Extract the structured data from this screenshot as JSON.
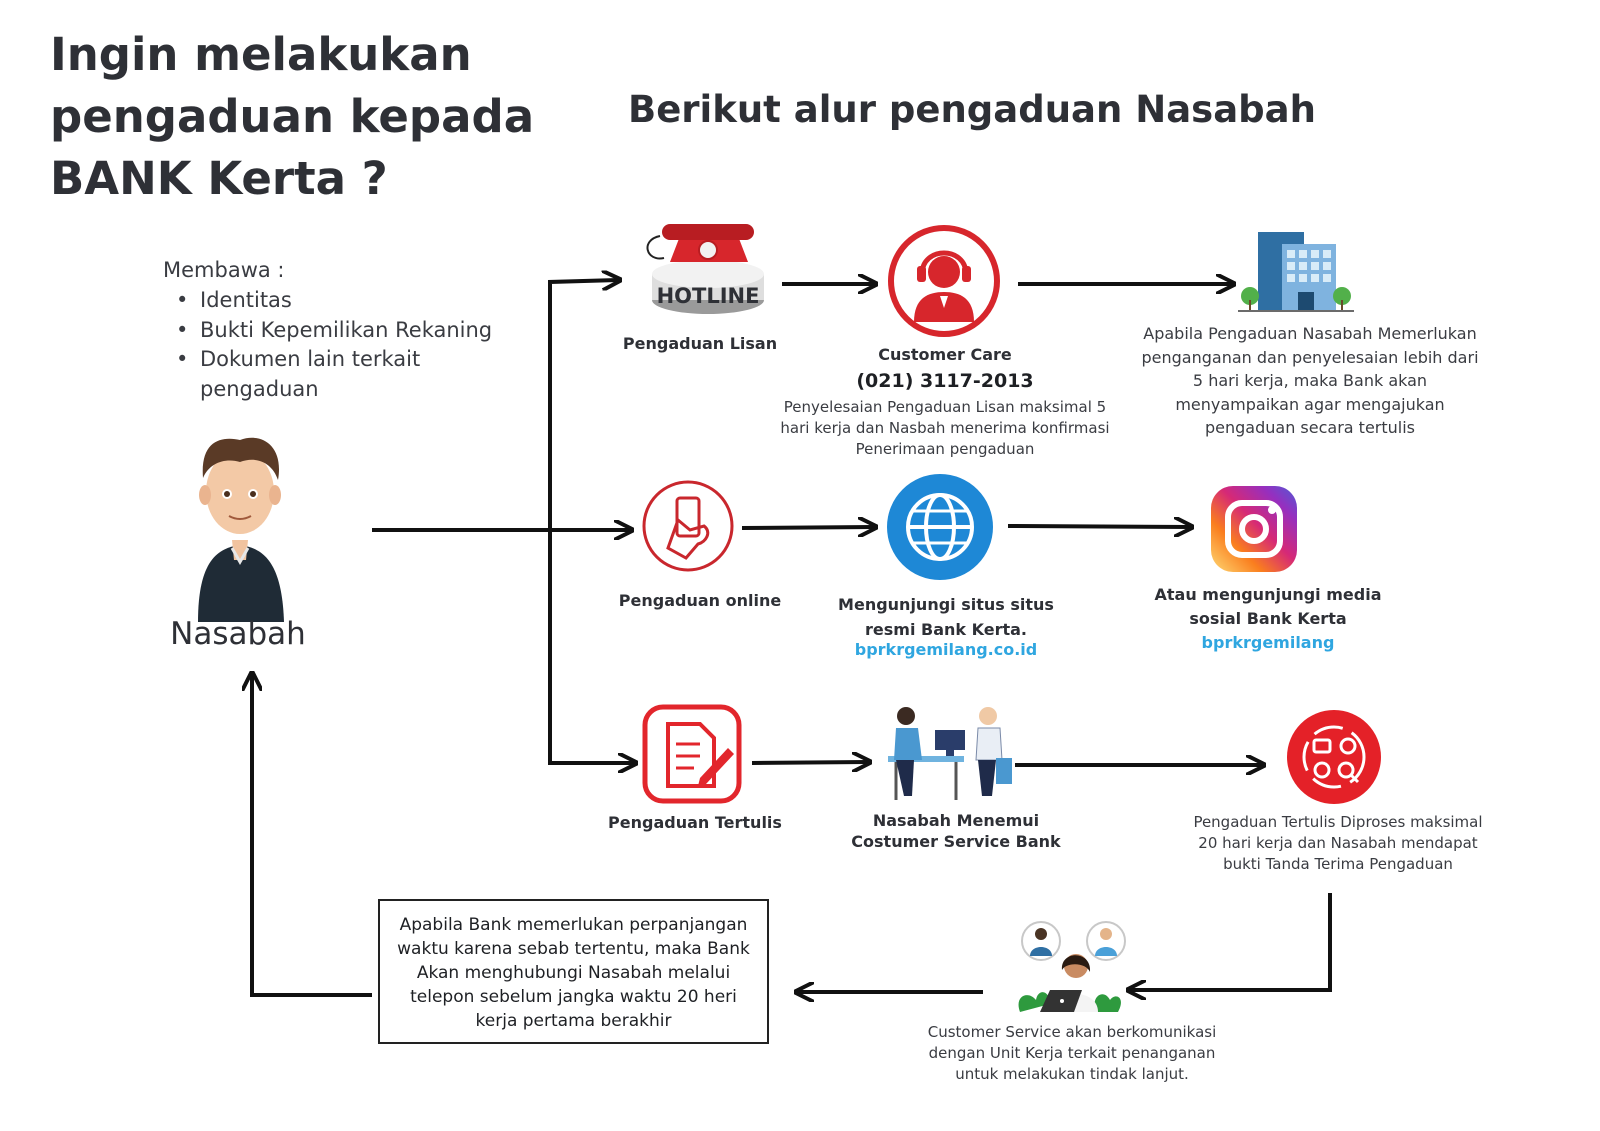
{
  "title": "Ingin melakukan pengaduan kepada BANK Kerta ?",
  "subtitle": "Berikut alur pengaduan Nasabah",
  "bring": {
    "label": "Membawa :",
    "items": [
      "Identitas",
      "Bukti Kepemilikan Rekaning",
      "Dokumen lain terkait pengaduan"
    ]
  },
  "customer": {
    "label": "Nasabah"
  },
  "verbal": {
    "badge_text": "HOTLINE",
    "label": "Pengaduan Lisan",
    "cc_label": "Customer Care",
    "cc_phone": "(021) 3117-2013",
    "cc_desc": "Penyelesaian Pengaduan Lisan maksimal 5 hari kerja dan Nasbah menerima konfirmasi Penerimaan pengaduan",
    "escalate_desc": "Apabila Pengaduan Nasabah Memerlukan penganganan dan penyelesaian lebih dari 5 hari kerja, maka Bank akan menyampaikan agar mengajukan pengaduan secara tertulis"
  },
  "online": {
    "label": "Pengaduan online",
    "web_label": "Mengunjungi situs situs resmi Bank Kerta.",
    "web_link": "bprkrgemilang.co.id",
    "social_label": "Atau mengunjungi media sosial Bank Kerta",
    "social_link": "bprkrgemilang"
  },
  "written": {
    "label": "Pengaduan Tertulis",
    "cs_label": "Nasabah Menemui Costumer Service Bank",
    "process_desc": "Pengaduan Tertulis Diproses maksimal 20 hari kerja dan Nasabah mendapat bukti Tanda Terima Pengaduan",
    "followup_desc": "Customer Service akan berkomunikasi dengan Unit Kerja terkait penanganan untuk melakukan tindak lanjut.",
    "extension_note": "Apabila Bank memerlukan perpanjangan waktu karena sebab tertentu, maka Bank Akan menghubungi Nasabah melalui telepon sebelum jangka waktu 20 heri kerja pertama berakhir"
  },
  "colors": {
    "accent_red": "#d7262c",
    "globe_blue": "#1e88d6",
    "link_blue": "#2fa6e0",
    "text_dark": "#2e3036"
  }
}
